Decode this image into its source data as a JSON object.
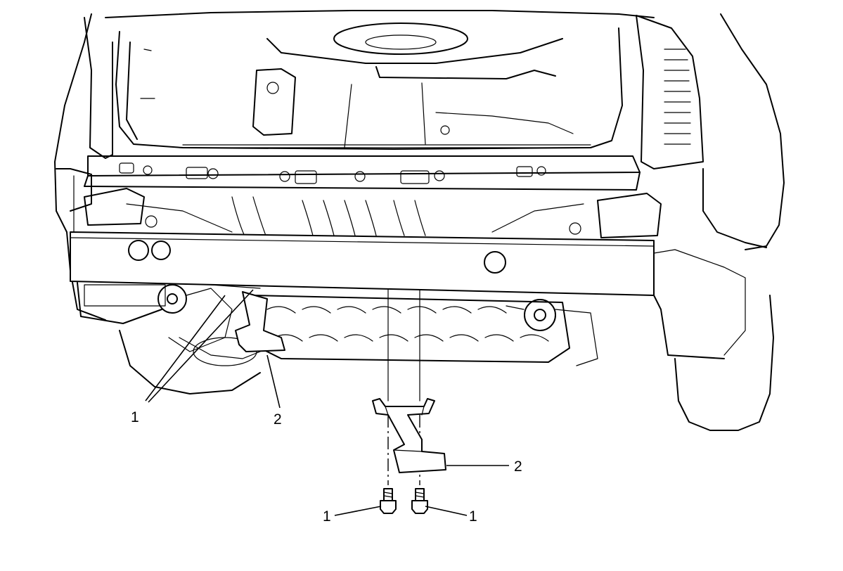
{
  "callouts": {
    "upper_fastener": "1",
    "upper_bracket": "2",
    "lower_bracket": "2",
    "lower_fastener_left": "1",
    "lower_fastener_right": "1"
  }
}
